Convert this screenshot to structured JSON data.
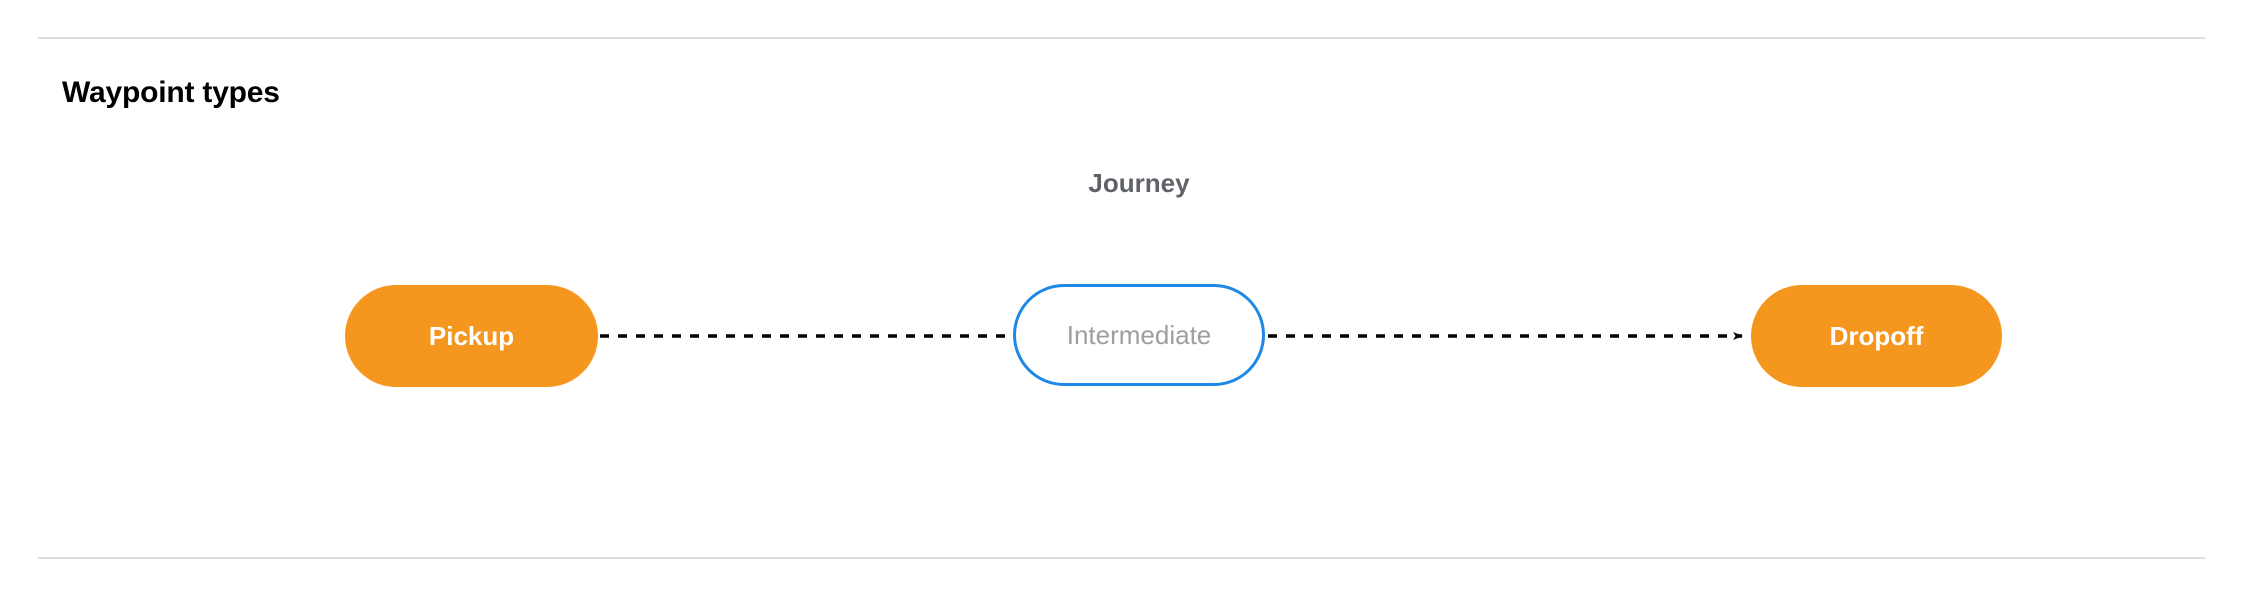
{
  "section": {
    "title": "Waypoint types"
  },
  "diagram": {
    "group_label": "Journey",
    "nodes": [
      {
        "id": "pickup",
        "label": "Pickup",
        "style": "filled",
        "fill": "#f5961e",
        "text_color": "#ffffff"
      },
      {
        "id": "intermediate",
        "label": "Intermediate",
        "style": "outlined",
        "border_color": "#1e88e5",
        "fill": "#ffffff",
        "text_color": "#9e9e9e"
      },
      {
        "id": "dropoff",
        "label": "Dropoff",
        "style": "filled",
        "fill": "#f5961e",
        "text_color": "#ffffff"
      }
    ],
    "connectors": [
      {
        "from": "pickup",
        "to": "intermediate",
        "line": "dashed",
        "color": "#000000",
        "arrow": false
      },
      {
        "from": "intermediate",
        "to": "dropoff",
        "line": "dashed",
        "color": "#000000",
        "arrow": true
      }
    ]
  },
  "colors": {
    "divider": "#dadce0",
    "accent_orange": "#f5961e",
    "accent_blue": "#1e88e5",
    "muted_text": "#9e9e9e",
    "label_text": "#5f6368",
    "background": "#ffffff"
  }
}
